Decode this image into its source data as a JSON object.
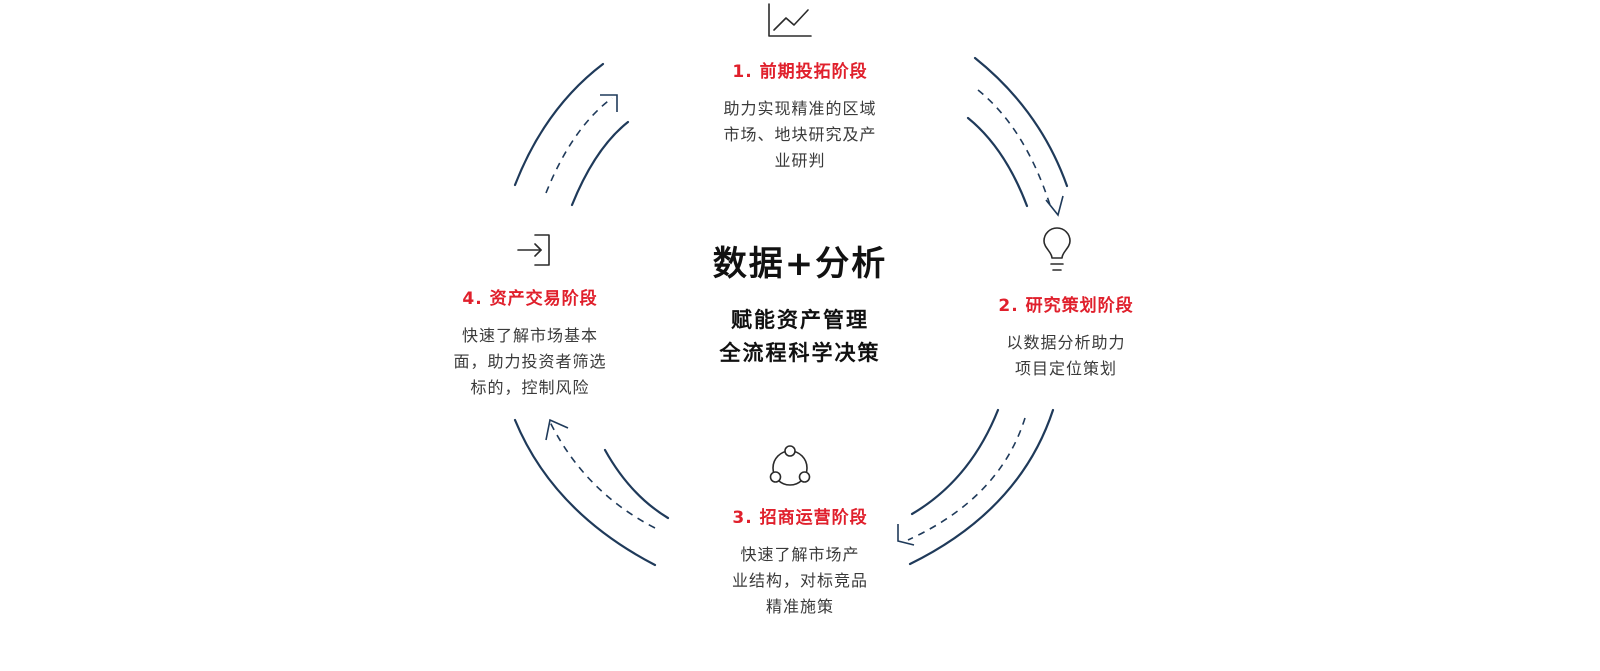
{
  "center": {
    "title": "数据+分析",
    "lines": [
      "赋能资产管理",
      "全流程科学决策"
    ]
  },
  "accent_color": "#e0202c",
  "arrow_color": "#1f3a5a",
  "stages": [
    {
      "title": "1. 前期投拓阶段",
      "icon": "line-chart-icon",
      "lines": [
        "助力实现精准的区域",
        "市场、地块研究及产",
        "业研判"
      ]
    },
    {
      "title": "2. 研究策划阶段",
      "icon": "light-bulb-icon",
      "lines": [
        "以数据分析助力",
        "项目定位策划"
      ]
    },
    {
      "title": "3. 招商运营阶段",
      "icon": "share-nodes-icon",
      "lines": [
        "快速了解市场产",
        "业结构，对标竞品",
        "精准施策"
      ]
    },
    {
      "title": "4. 资产交易阶段",
      "icon": "sign-in-icon",
      "lines": [
        "快速了解市场基本",
        "面，助力投资者筛选",
        "标的，控制风险"
      ]
    }
  ]
}
